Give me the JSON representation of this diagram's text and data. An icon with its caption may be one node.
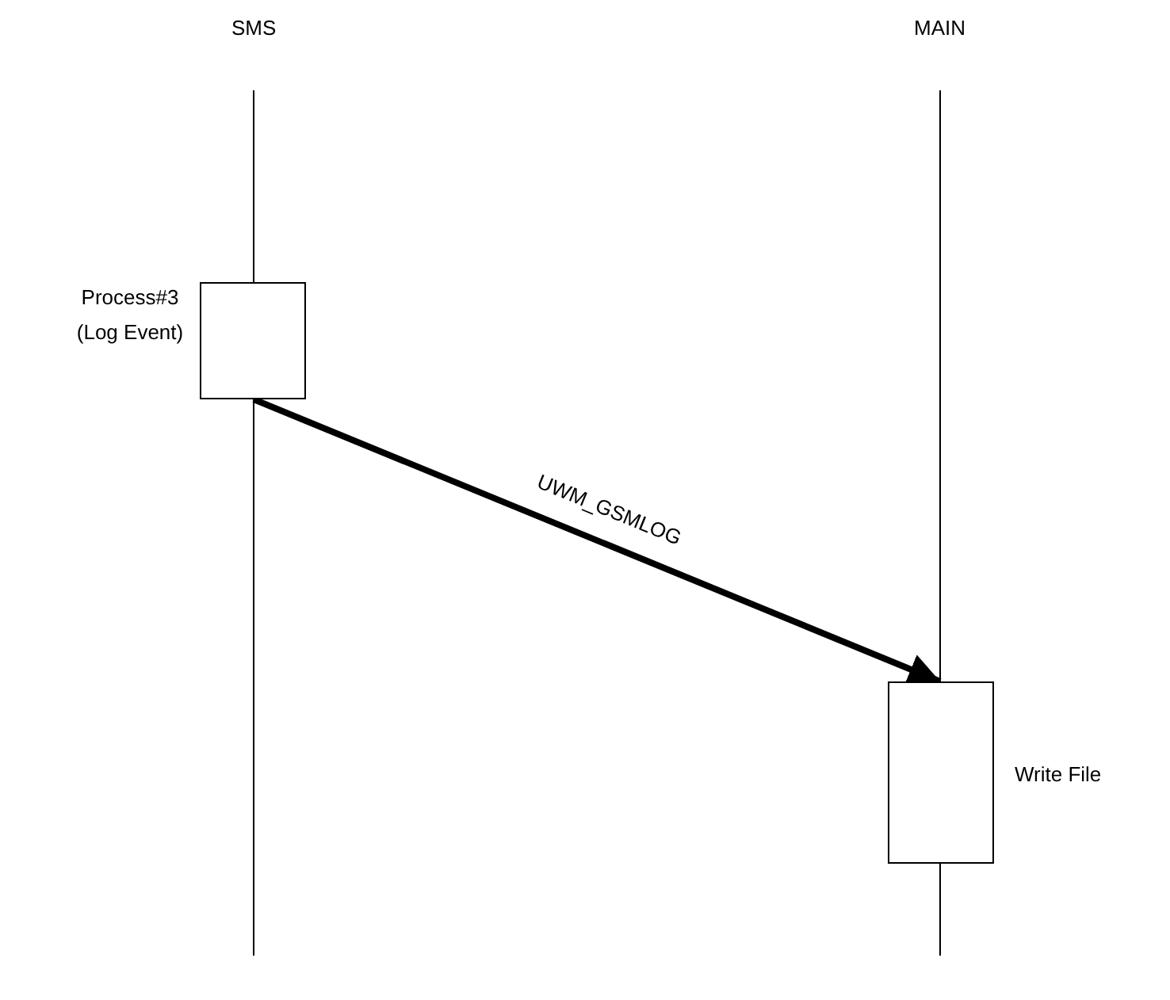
{
  "diagram": {
    "nodes": [
      {
        "text": [],
        "shape": "box",
        "beside": [
          "Process#3 (Log Event)"
        ]
      },
      {
        "text": [],
        "shape": "box",
        "beside": [
          "Write File"
        ]
      }
    ],
    "edges": [
      {
        "from": 0,
        "to": 1,
        "arrow": "to",
        "label": "UWM_GSMLOG"
      }
    ],
    "labels": [
      "SMS",
      "MAIN"
    ]
  }
}
